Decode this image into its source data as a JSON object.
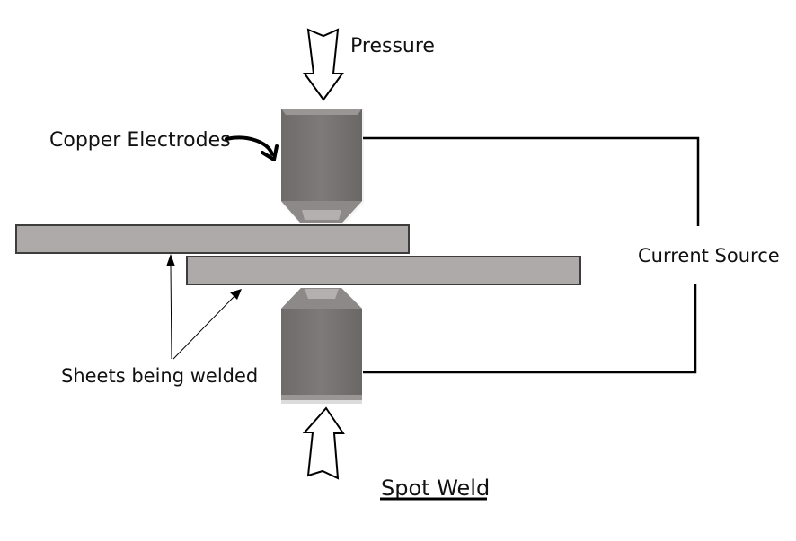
{
  "title": "Spot Weld",
  "labels": {
    "pressure": "Pressure",
    "electrodes": "Copper Electrodes",
    "current_source": "Current Source",
    "sheets": "Sheets being welded",
    "title": "Spot Weld"
  },
  "colors": {
    "sheet_fill": "#aeaaa9",
    "sheet_stroke": "#3d3d3d",
    "electrode_fill": "#767372",
    "electrode_light": "#a9a6a5",
    "wire": "#000000"
  }
}
